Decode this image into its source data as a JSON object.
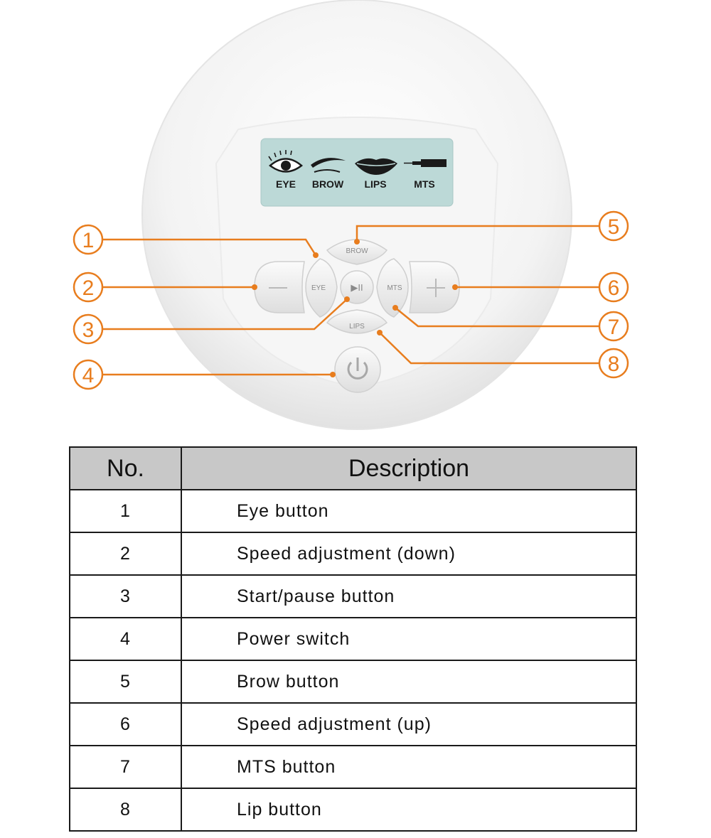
{
  "screen": {
    "icons": [
      {
        "label": "EYE",
        "icon": "eye-icon"
      },
      {
        "label": "BROW",
        "icon": "eyebrow-icon"
      },
      {
        "label": "LIPS",
        "icon": "lips-icon"
      },
      {
        "label": "MTS",
        "icon": "pen-needle-icon"
      }
    ]
  },
  "buttons": {
    "brow": "BROW",
    "eye": "EYE",
    "mts": "MTS",
    "lips": "LIPS",
    "play_pause": "▶II",
    "minus": "minus-icon",
    "plus": "plus-icon",
    "power": "power-icon"
  },
  "callouts": [
    "1",
    "2",
    "3",
    "4",
    "5",
    "6",
    "7",
    "8"
  ],
  "colors": {
    "callout": "#e87d1e",
    "screen": "#bcd9d7",
    "header_fill": "#c8c8c8"
  },
  "table": {
    "headers": {
      "no": "No.",
      "description": "Description"
    },
    "rows": [
      {
        "no": "1",
        "description": "Eye button"
      },
      {
        "no": "2",
        "description": "Speed adjustment (down)"
      },
      {
        "no": "3",
        "description": "Start/pause button"
      },
      {
        "no": "4",
        "description": "Power switch"
      },
      {
        "no": "5",
        "description": "Brow button"
      },
      {
        "no": "6",
        "description": "Speed adjustment (up)"
      },
      {
        "no": "7",
        "description": "MTS button"
      },
      {
        "no": "8",
        "description": "Lip button"
      }
    ]
  }
}
